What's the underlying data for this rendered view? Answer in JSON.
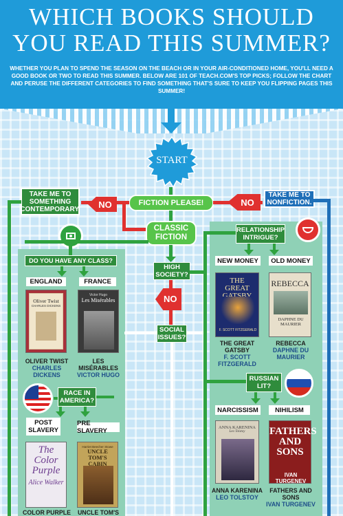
{
  "header": {
    "title_line1": "WHICH BOOKS SHOULD",
    "title_line2": "YOU READ THIS SUMMER?",
    "intro": "WHETHER YOU PLAN TO SPEND THE SEASON ON THE BEACH OR IN YOUR AIR-CONDITIONED HOME, YOU'LL NEED A GOOD BOOK OR TWO TO READ THIS SUMMER. BELOW ARE 101 OF TEACH.COM'S TOP PICKS; FOLLOW THE CHART AND PERUSE THE DIFFERENT CATEGORIES TO FIND SOMETHING THAT'S SURE TO KEEP YOU FLIPPING PAGES THIS SUMMER!"
  },
  "flow": {
    "start": "START",
    "fiction": "FICTION PLEASE!",
    "no_left": "NO",
    "no_right": "NO",
    "no_mid": "NO",
    "contemporary": "TAKE ME TO SOMETHING CONTEMPORARY.",
    "nonfiction": "TAKE ME TO NONFICTION.",
    "classic": "CLASSIC FICTION",
    "high_society": "HIGH SOCIETY?",
    "social_issues": "SOCIAL ISSUES?",
    "relationship": "RELATIONSHIP INTRIGUE?",
    "class_q": "DO YOU HAVE ANY CLASS?",
    "race_q": "RACE IN AMERICA?",
    "russian": "RUSSIAN LIT?"
  },
  "labels": {
    "england": "ENGLAND",
    "france": "FRANCE",
    "new_money": "NEW MONEY",
    "old_money": "OLD MONEY",
    "post_slavery": "POST SLAVERY",
    "pre_slavery": "PRE SLAVERY",
    "narcissism": "NARCISSISM",
    "nihilism": "NIHILISM"
  },
  "books": {
    "oliver": {
      "cover1": "Oliver Twist",
      "cover2": "CHARLES DICKENS",
      "title": "OLIVER TWIST",
      "author": "CHARLES DICKENS"
    },
    "miserables": {
      "cover1": "Victor Hugo",
      "cover2": "Les Misérables",
      "title": "LES MISÉRABLES",
      "author": "VICTOR HUGO"
    },
    "gatsby": {
      "cover1": "THE GREAT GATSBY",
      "cover2": "F. SCOTT FITZGERALD",
      "title": "THE GREAT GATSBY",
      "author": "F. SCOTT FITZGERALD"
    },
    "rebecca": {
      "cover1": "REBECCA",
      "cover2": "DAPHNE DU MAURIER",
      "title": "REBECCA",
      "author": "DAPHNE DU MAURIER"
    },
    "color_purple": {
      "cover1": "The Color Purple",
      "cover2": "Alice Walker",
      "title": "COLOR PURPLE"
    },
    "uncle_tom": {
      "cover1": "UNCLE TOM'S CABIN",
      "cover2": "Harriet Beecher Stowe",
      "title": "UNCLE TOM'S"
    },
    "karenina": {
      "cover1": "ANNA KARENINA",
      "cover2": "Leo Tolstoy",
      "title": "ANNA KARENINA",
      "author": "LEO TOLSTOY"
    },
    "fathers": {
      "cover1": "FATHERS AND SONS",
      "cover2": "IVAN TURGENEV",
      "title": "FATHERS AND SONS",
      "author": "IVAN TURGENEV"
    }
  },
  "colors": {
    "header_blue": "#1f9bd9",
    "panel_green": "#8fd1b6",
    "dark_green": "#2f8c3c",
    "bright_green": "#57c44a",
    "red": "#e0312f",
    "nonfiction_blue": "#1f6fb8"
  }
}
